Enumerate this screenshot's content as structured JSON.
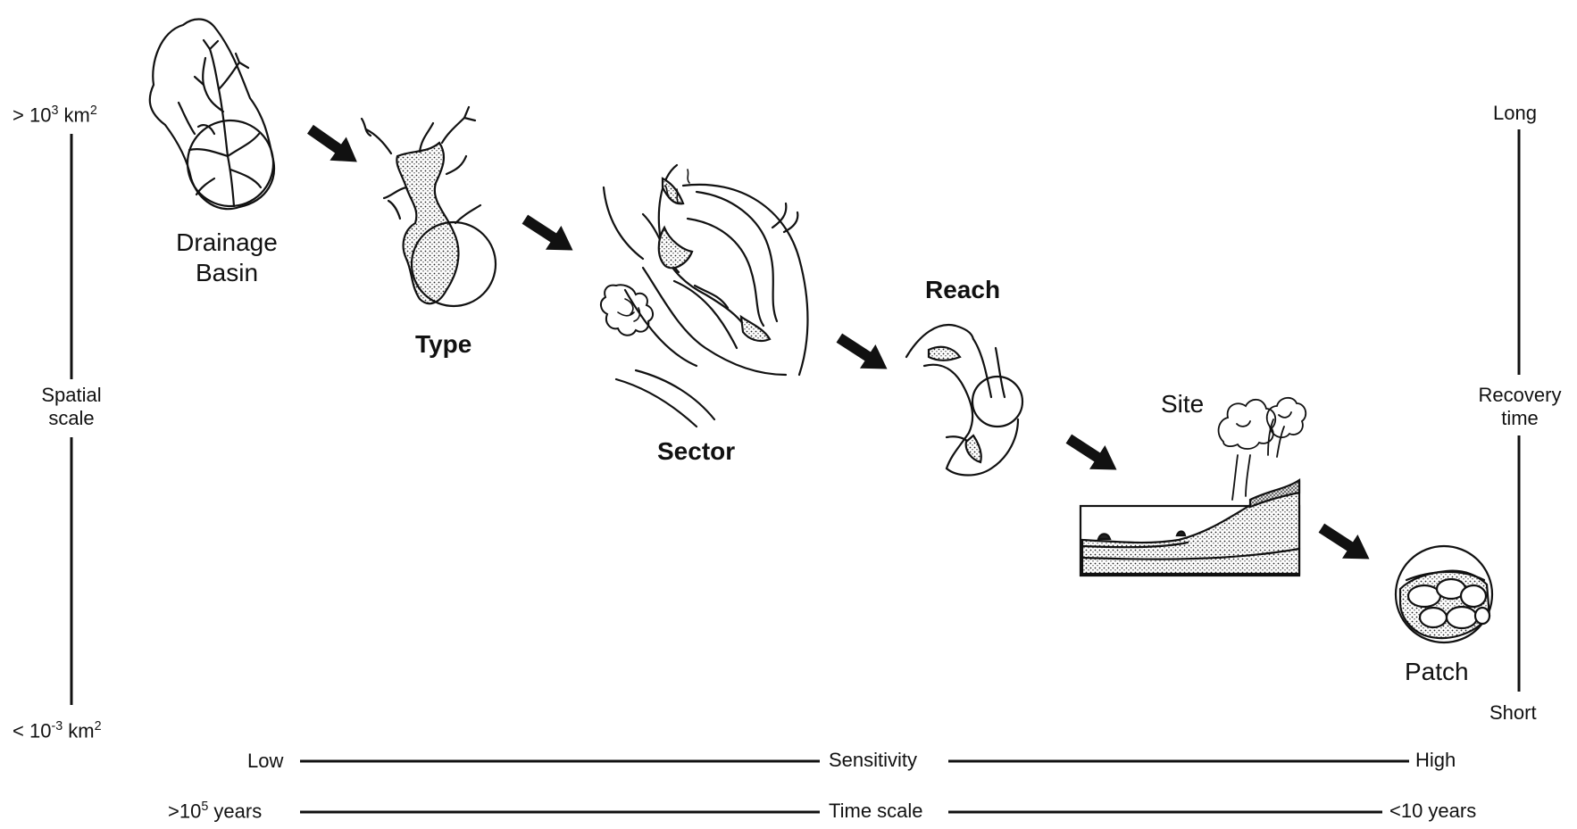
{
  "levels": {
    "drainage_basin": [
      "Drainage",
      "Basin"
    ],
    "type": "Type",
    "sector": "Sector",
    "reach": "Reach",
    "site": "Site",
    "patch": "Patch"
  },
  "spatial_axis": {
    "top_prefix": "> 10",
    "top_exp": "3",
    "top_unit": " km",
    "top_unit_exp": "2",
    "label_line1": "Spatial",
    "label_line2": "scale",
    "bottom_prefix": "< 10",
    "bottom_exp": "-3",
    "bottom_unit": " km",
    "bottom_unit_exp": "2"
  },
  "recovery_axis": {
    "top": "Long",
    "label_line1": "Recovery",
    "label_line2": "time",
    "bottom": "Short"
  },
  "sensitivity_axis": {
    "low": "Low",
    "label": "Sensitivity",
    "high": "High"
  },
  "time_axis": {
    "left_prefix": ">10",
    "left_exp": "5",
    "left_unit": " years",
    "label": "Time scale",
    "right": "<10 years"
  }
}
